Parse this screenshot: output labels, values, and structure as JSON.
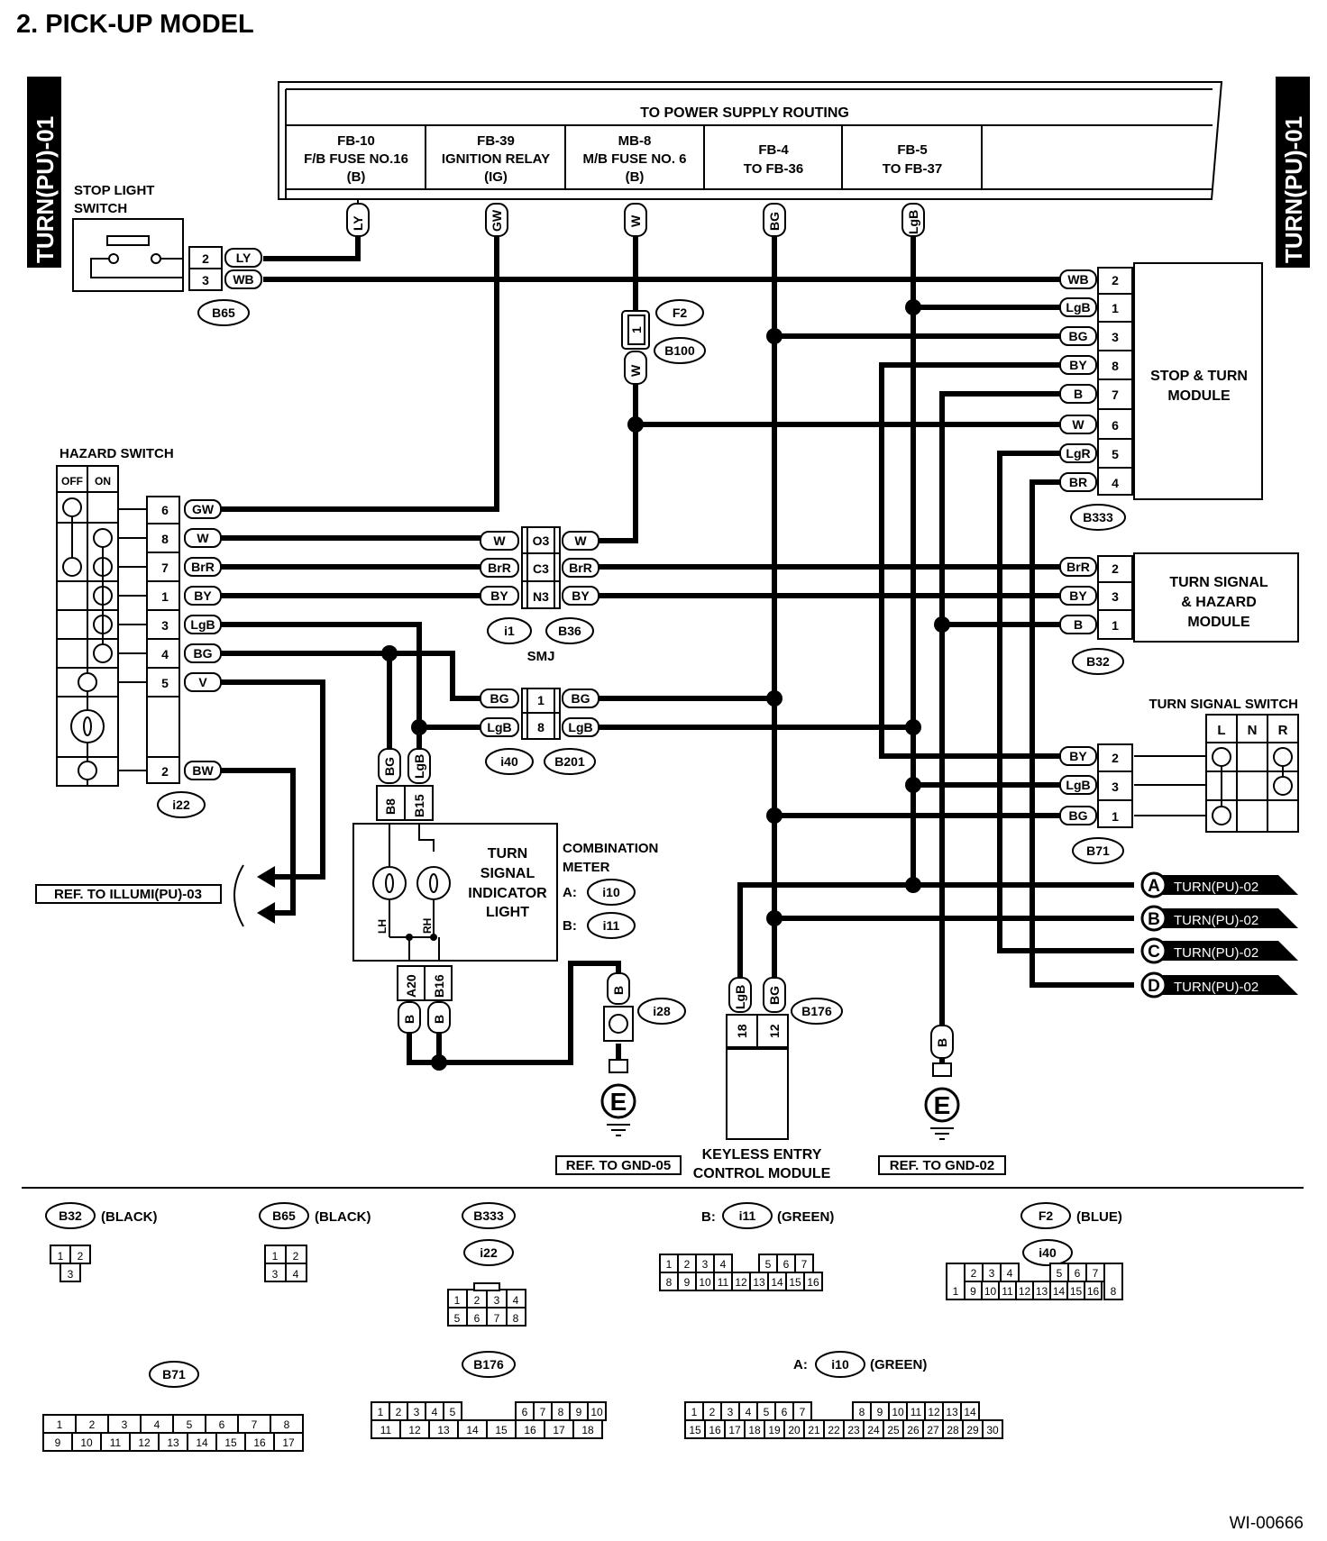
{
  "title": "2. PICK-UP MODEL",
  "side_tag": "TURN(PU)-01",
  "footer_code": "WI-00666",
  "power_routing": {
    "header": "TO POWER SUPPLY ROUTING",
    "cells": [
      {
        "l1": "FB-10",
        "l2": "F/B FUSE NO.16",
        "l3": "(B)",
        "wire": "LY"
      },
      {
        "l1": "FB-39",
        "l2": "IGNITION RELAY",
        "l3": "(IG)",
        "wire": "GW"
      },
      {
        "l1": "MB-8",
        "l2": "M/B FUSE NO. 6",
        "l3": "(B)",
        "wire": "W"
      },
      {
        "l1": "FB-4",
        "l2": "TO FB-36",
        "l3": "",
        "wire": "BG"
      },
      {
        "l1": "FB-5",
        "l2": "TO FB-37",
        "l3": "",
        "wire": "LgB"
      }
    ]
  },
  "components": {
    "stop_light_switch": {
      "l1": "STOP LIGHT",
      "l2": "SWITCH",
      "conn": "B65",
      "pins": [
        {
          "n": "2",
          "w": "LY"
        },
        {
          "n": "3",
          "w": "WB"
        }
      ]
    },
    "hazard_switch": {
      "label": "HAZARD SWITCH",
      "off": "OFF",
      "on": "ON",
      "conn": "i22",
      "pins": [
        {
          "n": "6",
          "w": "GW"
        },
        {
          "n": "8",
          "w": "W"
        },
        {
          "n": "7",
          "w": "BrR"
        },
        {
          "n": "1",
          "w": "BY"
        },
        {
          "n": "3",
          "w": "LgB"
        },
        {
          "n": "4",
          "w": "BG"
        },
        {
          "n": "5",
          "w": "V"
        },
        {
          "n": "2",
          "w": "BW"
        }
      ]
    },
    "stop_turn_module": {
      "l1": "STOP & TURN",
      "l2": "MODULE",
      "conn": "B333",
      "pins": [
        {
          "n": "2",
          "w": "WB"
        },
        {
          "n": "1",
          "w": "LgB"
        },
        {
          "n": "3",
          "w": "BG"
        },
        {
          "n": "8",
          "w": "BY"
        },
        {
          "n": "7",
          "w": "B"
        },
        {
          "n": "6",
          "w": "W"
        },
        {
          "n": "5",
          "w": "LgR"
        },
        {
          "n": "4",
          "w": "BR"
        }
      ]
    },
    "turn_hazard_module": {
      "l1": "TURN SIGNAL",
      "l2": "& HAZARD",
      "l3": "MODULE",
      "conn": "B32",
      "pins": [
        {
          "n": "2",
          "w": "BrR"
        },
        {
          "n": "3",
          "w": "BY"
        },
        {
          "n": "1",
          "w": "B"
        }
      ]
    },
    "turn_signal_switch": {
      "label": "TURN SIGNAL SWITCH",
      "cols": [
        "L",
        "N",
        "R"
      ],
      "conn": "B71",
      "pins": [
        {
          "n": "2",
          "w": "BY"
        },
        {
          "n": "3",
          "w": "LgB"
        },
        {
          "n": "1",
          "w": "BG"
        }
      ]
    },
    "f2": {
      "conn": "F2",
      "conn2": "B100",
      "pin": "1",
      "wire": "W"
    },
    "smj": {
      "label": "SMJ",
      "c1": "i1",
      "c2": "B36",
      "rows": [
        {
          "l": "W",
          "p": "O3",
          "r": "W"
        },
        {
          "l": "BrR",
          "p": "C3",
          "r": "BrR"
        },
        {
          "l": "BY",
          "p": "N3",
          "r": "BY"
        }
      ]
    },
    "i40_b201": {
      "c1": "i40",
      "c2": "B201",
      "rows": [
        {
          "l": "BG",
          "p": "1",
          "r": "BG"
        },
        {
          "l": "LgB",
          "p": "8",
          "r": "LgB"
        }
      ]
    },
    "combination_meter": {
      "l1": "COMBINATION",
      "l2": "METER",
      "a_lbl": "A:",
      "a": "i10",
      "b_lbl": "B:",
      "b": "i11",
      "lamp": [
        "TURN",
        "SIGNAL",
        "INDICATOR",
        "LIGHT"
      ],
      "lh": "LH",
      "rh": "RH",
      "top_pins": [
        {
          "p": "B8",
          "w": "BG"
        },
        {
          "p": "B15",
          "w": "LgB"
        }
      ],
      "bot_pins": [
        {
          "p": "A20",
          "w": "B"
        },
        {
          "p": "B16",
          "w": "B"
        }
      ]
    },
    "keyless": {
      "l1": "KEYLESS ENTRY",
      "l2": "CONTROL MODULE",
      "conn": "B176",
      "pins": [
        {
          "p": "18",
          "w": "LgB"
        },
        {
          "p": "12",
          "w": "BG"
        }
      ]
    },
    "ground_left": {
      "conn": "i28",
      "wire": "B",
      "sym": "E",
      "ref": "REF. TO GND-05"
    },
    "ground_right": {
      "wire": "B",
      "sym": "E",
      "ref": "REF. TO GND-02"
    },
    "illumi_ref": "REF. TO ILLUMI(PU)-03",
    "offpage": [
      {
        "id": "A",
        "ref": "TURN(PU)-02"
      },
      {
        "id": "B",
        "ref": "TURN(PU)-02"
      },
      {
        "id": "C",
        "ref": "TURN(PU)-02"
      },
      {
        "id": "D",
        "ref": "TURN(PU)-02"
      }
    ]
  },
  "connector_views": {
    "b32": {
      "name": "B32",
      "color": "(BLACK)",
      "pins": [
        "1",
        "2",
        "3"
      ]
    },
    "b65": {
      "name": "B65",
      "color": "(BLACK)",
      "pins": [
        "1",
        "2",
        "3",
        "4"
      ]
    },
    "b333": {
      "name": "B333",
      "name2": "i22",
      "pins": [
        "1",
        "2",
        "3",
        "4",
        "5",
        "6",
        "7",
        "8"
      ]
    },
    "i11": {
      "prefix": "B:",
      "name": "i11",
      "color": "(GREEN)",
      "row1": [
        "1",
        "2",
        "3",
        "4",
        "5",
        "6",
        "7"
      ],
      "row2": [
        "8",
        "9",
        "10",
        "11",
        "12",
        "13",
        "14",
        "15",
        "16"
      ]
    },
    "f2": {
      "name": "F2",
      "color": "(BLUE)",
      "name2": "i40",
      "row1": [
        "1",
        "2",
        "3",
        "4",
        "5",
        "6",
        "7",
        "8"
      ],
      "row2": [
        "9",
        "10",
        "11",
        "12",
        "13",
        "14",
        "15",
        "16"
      ]
    },
    "b71": {
      "name": "B71",
      "row1": [
        "1",
        "2",
        "3",
        "4",
        "5",
        "6",
        "7",
        "8"
      ],
      "row2": [
        "9",
        "10",
        "11",
        "12",
        "13",
        "14",
        "15",
        "16",
        "17"
      ]
    },
    "b176": {
      "name": "B176",
      "row1": [
        "1",
        "2",
        "3",
        "4",
        "5",
        "6",
        "7",
        "8",
        "9",
        "10"
      ],
      "row2": [
        "11",
        "12",
        "13",
        "14",
        "15",
        "16",
        "17",
        "18"
      ]
    },
    "i10": {
      "prefix": "A:",
      "name": "i10",
      "color": "(GREEN)",
      "row1": [
        "1",
        "2",
        "3",
        "4",
        "5",
        "6",
        "7",
        "8",
        "9",
        "10",
        "11",
        "12",
        "13",
        "14"
      ],
      "row2": [
        "15",
        "16",
        "17",
        "18",
        "19",
        "20",
        "21",
        "22",
        "23",
        "24",
        "25",
        "26",
        "27",
        "28",
        "29",
        "30"
      ]
    }
  }
}
